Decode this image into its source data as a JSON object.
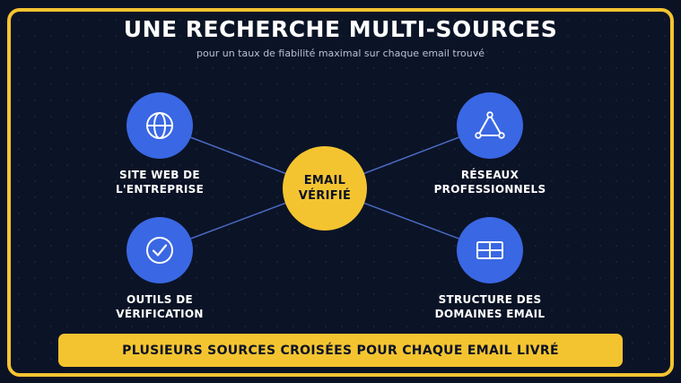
{
  "header": {
    "title": "UNE RECHERCHE MULTI-SOURCES",
    "subtitle": "pour un taux de fiabilité maximal sur chaque email trouvé"
  },
  "center": {
    "line1": "EMAIL",
    "line2": "VÉRIFIÉ"
  },
  "nodes": [
    {
      "icon": "globe-icon",
      "line1": "SITE WEB DE",
      "line2": "L'ENTREPRISE"
    },
    {
      "icon": "network-triangle-icon",
      "line1": "RÉSEAUX",
      "line2": "PROFESSIONNELS"
    },
    {
      "icon": "check-circle-icon",
      "line1": "OUTILS DE",
      "line2": "VÉRIFICATION"
    },
    {
      "icon": "grid-structure-icon",
      "line1": "STRUCTURE DES",
      "line2": "DOMAINES EMAIL"
    }
  ],
  "banner": {
    "text": "PLUSIEURS SOURCES CROISÉES POUR CHAQUE EMAIL LIVRÉ"
  },
  "colors": {
    "background": "#0b1224",
    "accent": "#f4c430",
    "node": "#3a67e3",
    "link": "#4a6bc4"
  }
}
